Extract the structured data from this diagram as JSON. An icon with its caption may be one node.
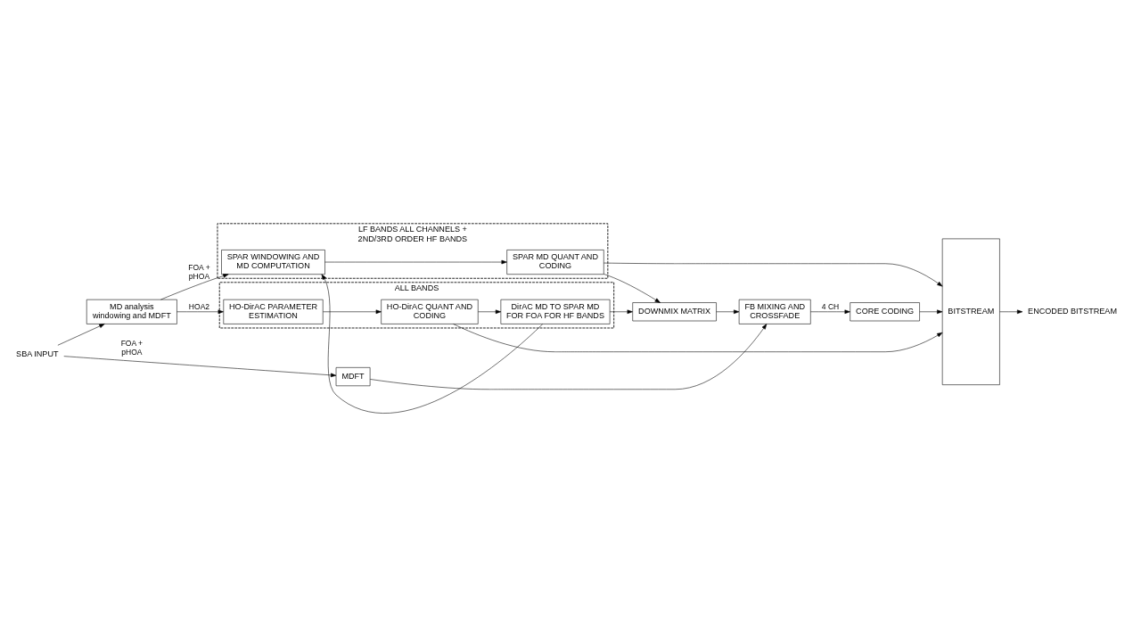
{
  "diagram": {
    "nodes": [
      {
        "text": [
          "ALL BANDS"
        ]
      },
      {
        "text": [
          "HO-DirAC PARAMETER ESTIMATION"
        ],
        "in": 0
      },
      {
        "text": [
          "HO-DirAC QUANT AND CODING"
        ],
        "in": 0
      },
      {
        "text": [
          "DirAC MD TO SPAR MD FOR FOA FOR HF BANDS"
        ],
        "in": 0
      },
      {
        "text": [
          "LF BANDS ALL CHANNELS + 2ND/3RD ORDER HF BANDS"
        ]
      },
      {
        "text": [
          "SPAR WINDOWING AND MD COMPUTATION"
        ],
        "in": 4
      },
      {
        "text": [
          "SPAR MD QUANT AND CODING"
        ],
        "in": 4
      },
      {
        "text": [
          "MD analysis windowing and MDFT"
        ]
      },
      {
        "text": [
          "MDFT"
        ]
      },
      {
        "text": [
          "DOWNMIX MATRIX"
        ]
      },
      {
        "text": [
          "FB MIXING AND CROSSFADE"
        ]
      },
      {
        "text": [
          "CORE CODING"
        ]
      },
      {
        "text": [
          "BITSTREAM"
        ]
      },
      {
        "text": [
          "SBA INPUT"
        ]
      },
      {
        "text": [
          "ENCODED BITSTREAM"
        ]
      }
    ],
    "edges": [
      {
        "from": 7,
        "to": 1,
        "arrow": "to",
        "label": "HOA2"
      },
      {
        "from": 7,
        "to": 5,
        "arrow": "to",
        "label": "FOA + pHOA"
      },
      {
        "from": 13,
        "to": 7,
        "arrow": "to"
      },
      {
        "from": 13,
        "to": 8,
        "arrow": "to",
        "label": "FOA + pHOA"
      },
      {
        "from": 1,
        "to": 2,
        "arrow": "to"
      },
      {
        "from": 2,
        "to": 12,
        "arrow": "to"
      },
      {
        "from": 2,
        "to": 3,
        "arrow": "to"
      },
      {
        "from": 3,
        "to": 5,
        "arrow": "to"
      },
      {
        "from": 3,
        "to": 9,
        "arrow": "to"
      },
      {
        "from": 5,
        "to": 6,
        "arrow": "to"
      },
      {
        "from": 6,
        "to": 12,
        "arrow": "to"
      },
      {
        "from": 6,
        "to": 9,
        "arrow": "to"
      },
      {
        "from": 8,
        "to": 10,
        "arrow": "to"
      },
      {
        "from": 9,
        "to": 10,
        "arrow": "to"
      },
      {
        "from": 10,
        "to": 11,
        "arrow": "to",
        "label": "4 CH"
      },
      {
        "from": 11,
        "to": 12,
        "arrow": "to"
      },
      {
        "from": 12,
        "to": 14,
        "arrow": "to"
      }
    ]
  }
}
